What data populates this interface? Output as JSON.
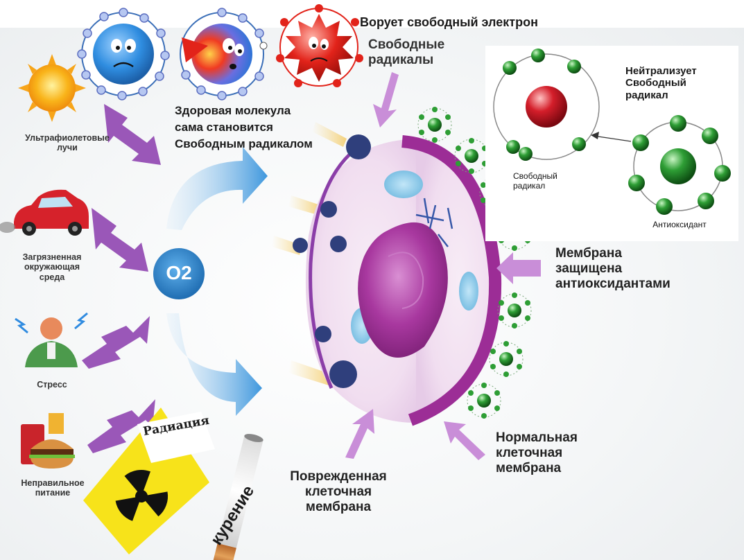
{
  "causes": [
    {
      "label": "Ультрафиолетовые\nлучи",
      "icon": "sun-icon"
    },
    {
      "label": "Загрязненная\nокружающая\nсреда",
      "icon": "car-icon"
    },
    {
      "label": "Стресс",
      "icon": "stressed-person-icon"
    },
    {
      "label": "Неправильное\nпитание",
      "icon": "fast-food-icon"
    }
  ],
  "radiation_label": "Радиация",
  "smoking_label": "курение",
  "oxygen_label": "O2",
  "top": {
    "steals_electron": "Ворует свободный электрон",
    "free_radicals": "Свободные\nрадикалы",
    "healthy_becomes": "Здоровая молекула\nсама становится\nСвободным радикалом"
  },
  "inset": {
    "neutralizes": "Нейтрализует\nСвободный\nрадикал",
    "free_radical": "Свободный\nрадикал",
    "antioxidant": "Антиоксидант"
  },
  "cell": {
    "membrane_protected": "Мембрана\nзащищена\nантиоксидантами",
    "normal_membrane": "Нормальная\nклеточная\nмембрана",
    "damaged_membrane": "Поврежденная\nклеточная\nмембрана"
  },
  "colors": {
    "arrow_purple": "#9a57b8",
    "membrane_purple": "#9c2d96",
    "nucleus_magenta": "#a8389f",
    "oxygen_blue": "#2d7fc4",
    "antioxidant_green": "#2e9e35",
    "radical_red": "#e2231a",
    "molecule_blue": "#2f8de0"
  }
}
